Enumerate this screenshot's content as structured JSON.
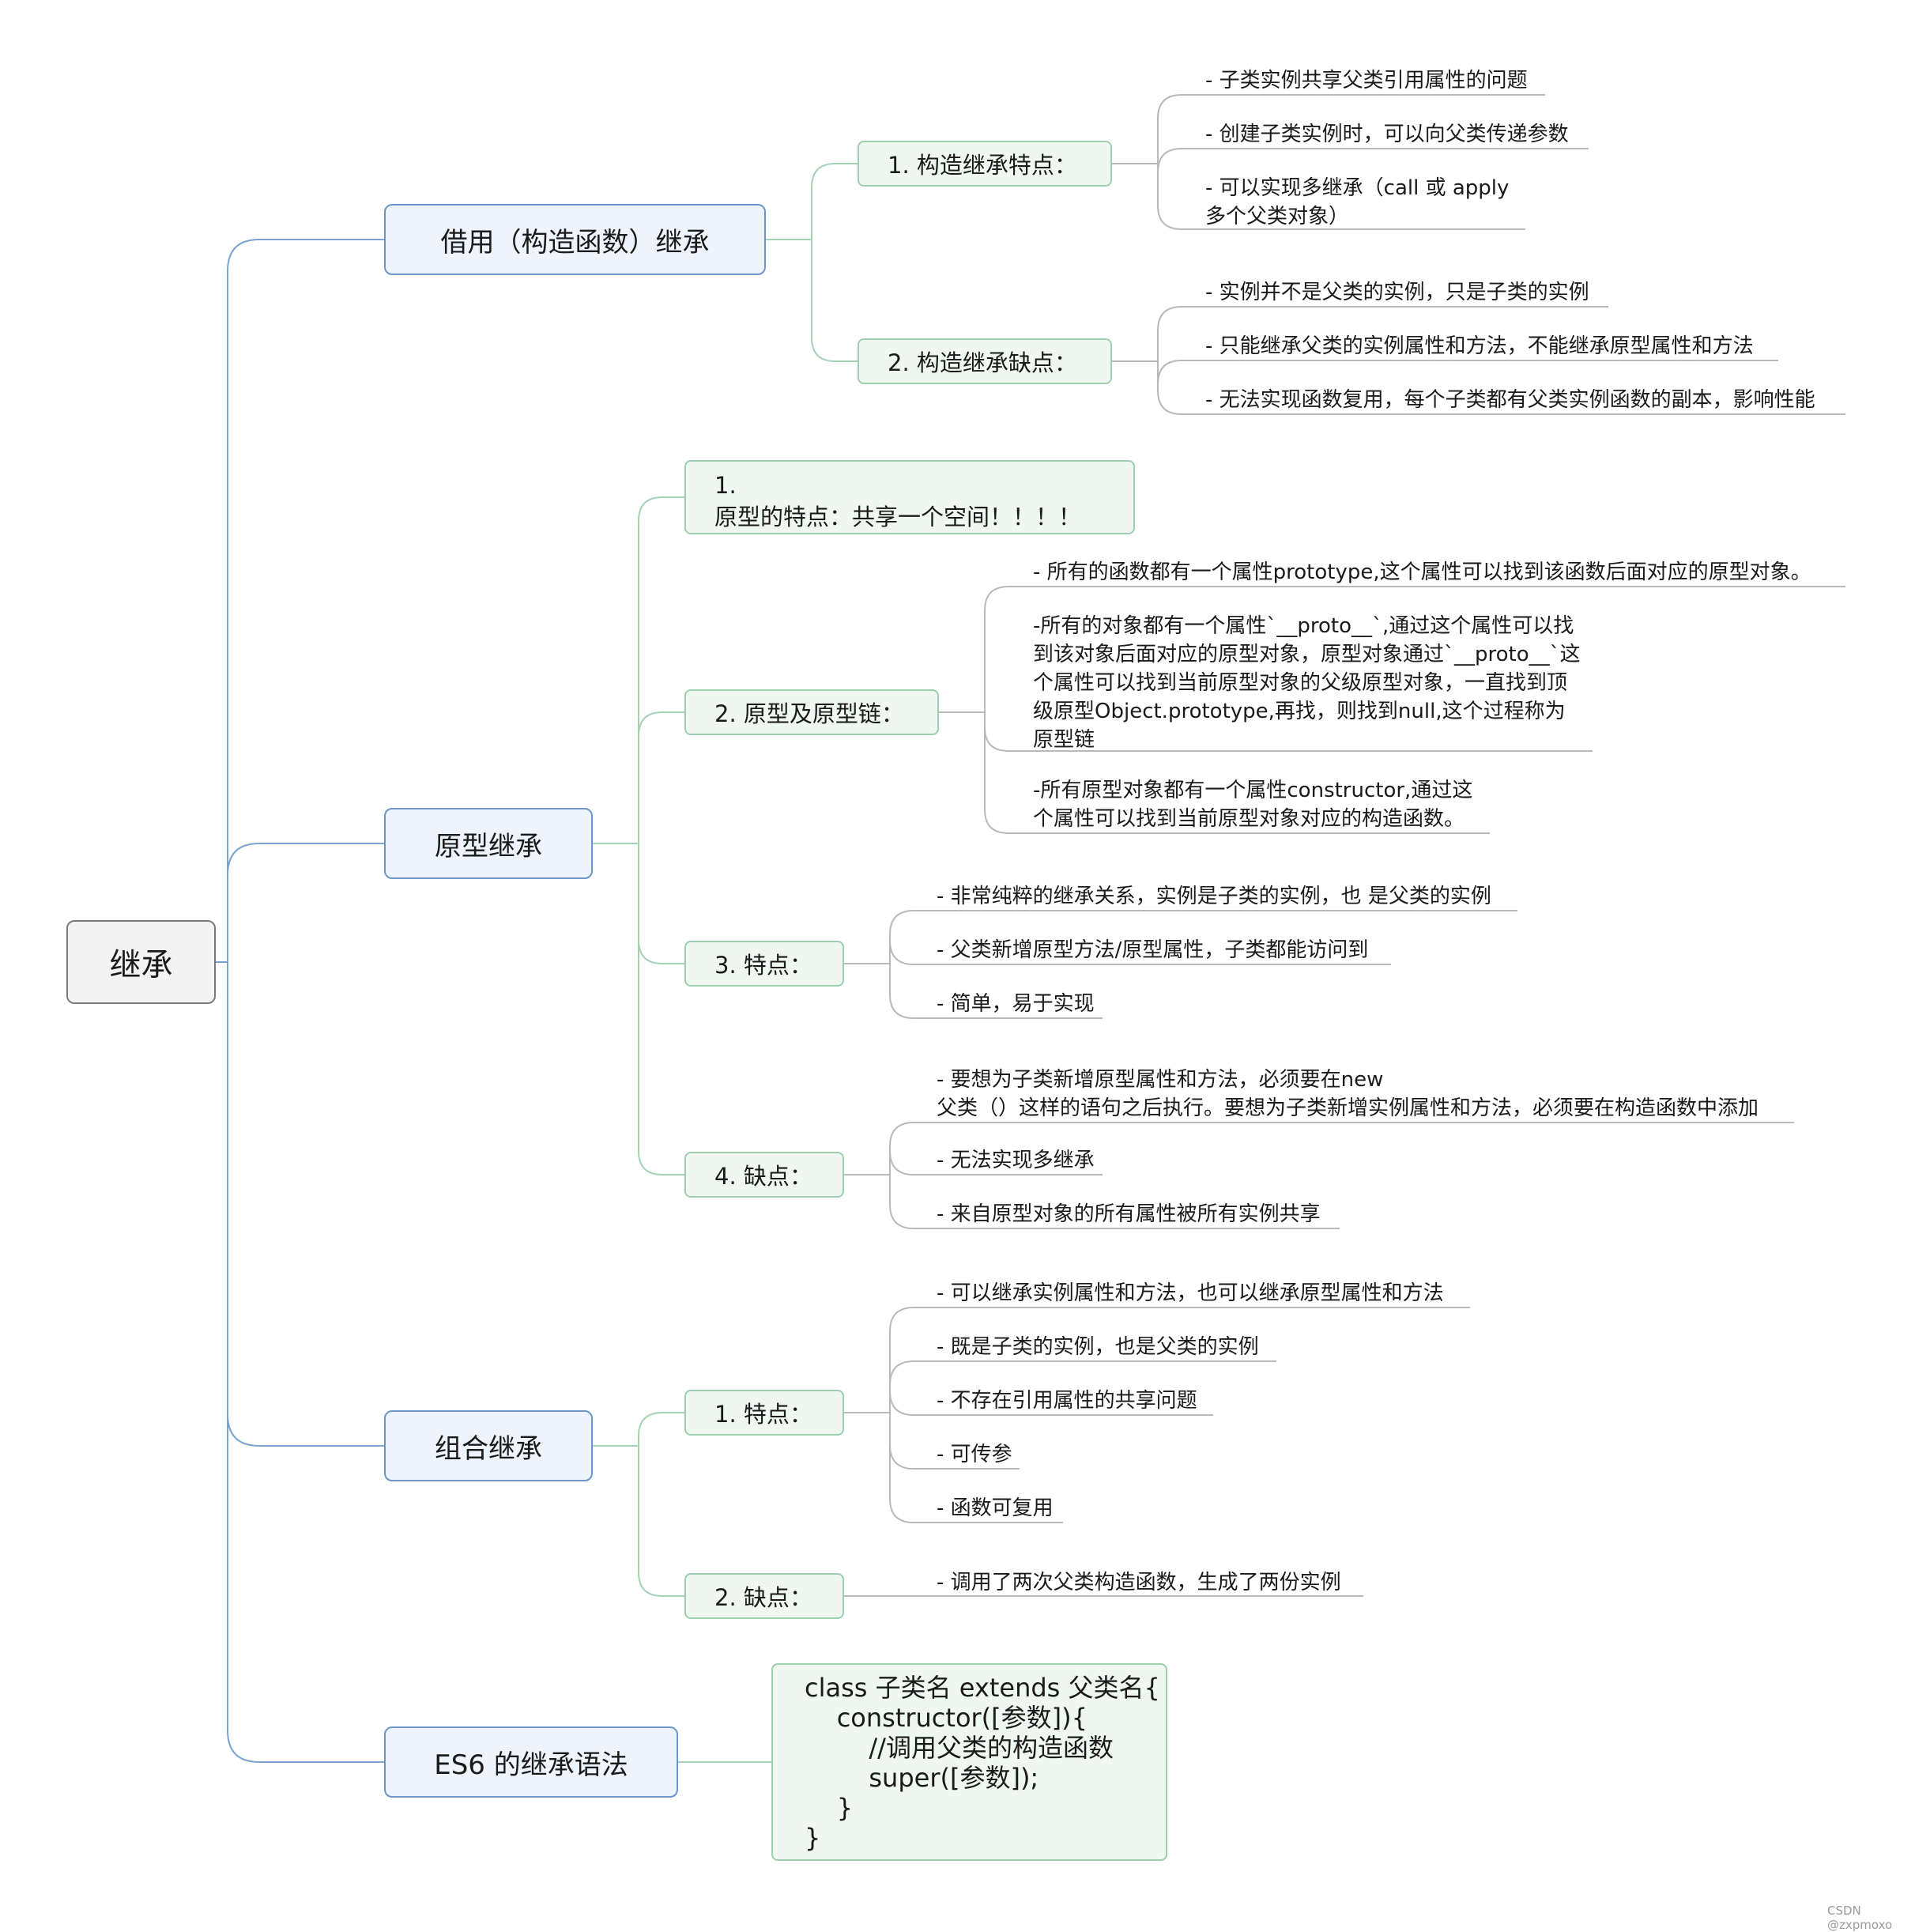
{
  "root": {
    "label": "继承"
  },
  "branches": [
    {
      "label": "借用（构造函数）继承",
      "children": [
        {
          "label": "1. 构造继承特点：",
          "items": [
            "- 子类实例共享父类引用属性的问题",
            "- 创建子类实例时，可以向父类传递参数",
            "- 可以实现多继承（call 或 apply\n多个父类对象）"
          ]
        },
        {
          "label": "2. 构造继承缺点：",
          "items": [
            "- 实例并不是父类的实例，只是子类的实例",
            "- 只能继承父类的实例属性和方法，不能继承原型属性和方法",
            "- 无法实现函数复用，每个子类都有父类实例函数的副本，影响性能"
          ]
        }
      ]
    },
    {
      "label": "原型继承",
      "children": [
        {
          "label": "1.\n原型的特点：共享一个空间！！！！",
          "items": []
        },
        {
          "label": "2. 原型及原型链：",
          "items": [
            "- 所有的函数都有一个属性prototype,这个属性可以找到该函数后面对应的原型对象。",
            "-所有的对象都有一个属性`__proto__`,通过这个属性可以找\n到该对象后面对应的原型对象，原型对象通过`__proto__`这\n个属性可以找到当前原型对象的父级原型对象，一直找到顶\n级原型Object.prototype,再找，则找到null,这个过程称为\n原型链",
            "-所有原型对象都有一个属性constructor,通过这\n个属性可以找到当前原型对象对应的构造函数。"
          ]
        },
        {
          "label": "3. 特点：",
          "items": [
            "- 非常纯粹的继承关系，实例是子类的实例，也 是父类的实例",
            "- 父类新增原型方法/原型属性，子类都能访问到",
            "- 简单，易于实现"
          ]
        },
        {
          "label": "4. 缺点：",
          "items": [
            "- 要想为子类新增原型属性和方法，必须要在new\n父类（）这样的语句之后执行。要想为子类新增实例属性和方法，必须要在构造函数中添加",
            "- 无法实现多继承",
            "- 来自原型对象的所有属性被所有实例共享"
          ]
        }
      ]
    },
    {
      "label": "组合继承",
      "children": [
        {
          "label": "1. 特点：",
          "items": [
            "- 可以继承实例属性和方法，也可以继承原型属性和方法",
            "- 既是子类的实例，也是父类的实例",
            "- 不存在引用属性的共享问题",
            "- 可传参",
            "- 函数可复用"
          ]
        },
        {
          "label": "2. 缺点：",
          "items": [
            "- 调用了两次父类构造函数，生成了两份实例"
          ]
        }
      ]
    },
    {
      "label": "ES6 的继承语法",
      "code": "class 子类名 extends 父类名{\n    constructor([参数]){\n        //调用父类的构造函数\n        super([参数]);\n    }\n}"
    }
  ],
  "watermark": "CSDN @zxpmoxo",
  "colors": {
    "l1_line": "#7aa3cf",
    "l2_line": "#a6d3b3",
    "leaf_line": "#b9b9b9"
  }
}
